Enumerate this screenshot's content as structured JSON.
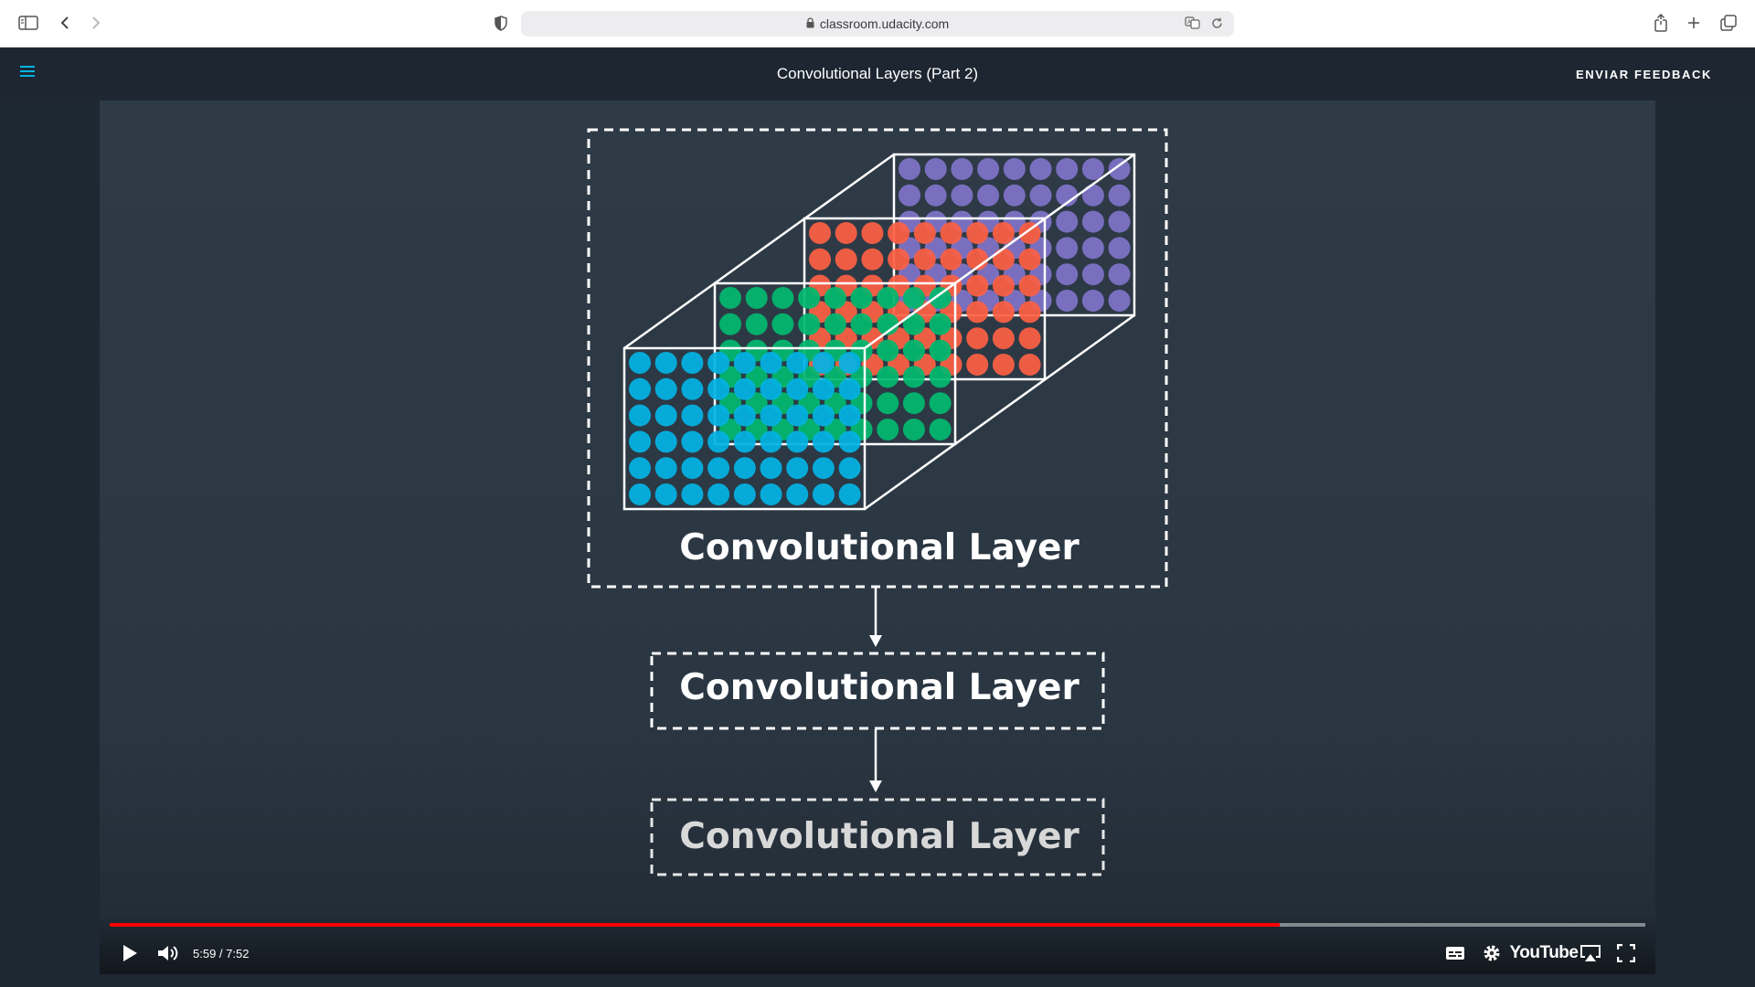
{
  "browser": {
    "url": "classroom.udacity.com"
  },
  "header": {
    "title": "Convolutional Layers (Part 2)",
    "feedback_label": "ENVIAR FEEDBACK"
  },
  "slide": {
    "layer_labels": [
      "Convolutional Layer",
      "Convolutional Layer",
      "Convolutional Layer"
    ],
    "feature_map_colors": [
      "#7f73c7",
      "#fc6044",
      "#02b86f",
      "#03b3e3"
    ]
  },
  "player": {
    "time": "5:59 / 7:52",
    "progress": 0.762,
    "logo": "YouTube",
    "accent": "#ff0000"
  }
}
